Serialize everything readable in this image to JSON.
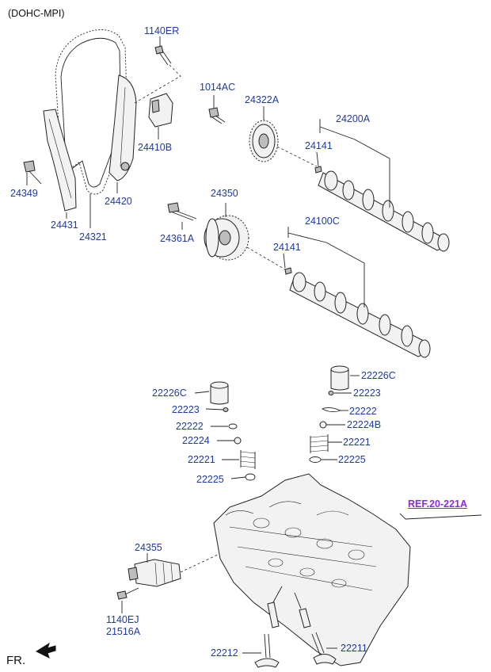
{
  "header": {
    "variant": "(DOHC-MPI)",
    "front_marker": "FR."
  },
  "reference": "REF.20-221A",
  "parts": {
    "p1140ER": "1140ER",
    "p1014AC": "1014AC",
    "p24322A": "24322A",
    "p24200A": "24200A",
    "p24141a": "24141",
    "p24141b": "24141",
    "p24410B": "24410B",
    "p24349": "24349",
    "p24420": "24420",
    "p24431": "24431",
    "p24321": "24321",
    "p24350": "24350",
    "p24361A": "24361A",
    "p24100C": "24100C",
    "p22226C_r": "22226C",
    "p22223_r": "22223",
    "p22222_r": "22222",
    "p22224B": "22224B",
    "p22221_r": "22221",
    "p22225_r": "22225",
    "p22226C_l": "22226C",
    "p22223_l": "22223",
    "p22222_l": "22222",
    "p22224": "22224",
    "p22221_l": "22221",
    "p22225_l": "22225",
    "p24355": "24355",
    "p1140EJ": "1140EJ",
    "p21516A": "21516A",
    "p22212": "22212",
    "p22211": "22211"
  },
  "colors": {
    "part_label": "#1f3aa6",
    "reference_label": "#8a2be2",
    "line_art": "#222222"
  }
}
